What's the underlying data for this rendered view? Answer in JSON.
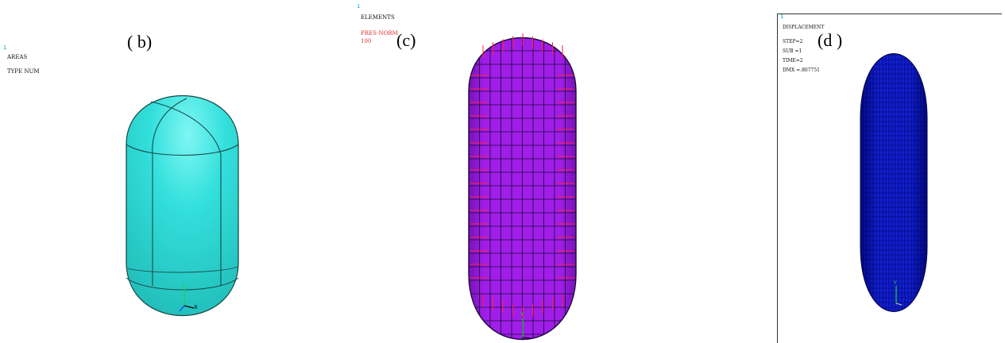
{
  "panel_b": {
    "corner_mark": "1",
    "title": "AREAS",
    "subtitle": "TYPE NUM",
    "fig_label": "( b)",
    "axes": {
      "y": "Y",
      "x": "X"
    },
    "colors": {
      "body": "#33e0dc",
      "edge": "#1a4a4a"
    }
  },
  "panel_c": {
    "corner_mark": "1",
    "title": "ELEMENTS",
    "load_label": "PRES-NORM",
    "load_value": "100",
    "fig_label": "(c)",
    "axes": {
      "y": "Y"
    },
    "colors": {
      "body": "#a01ee8",
      "mesh": "#1a0a3a",
      "arrows": "#ff2040"
    }
  },
  "panel_d": {
    "corner_mark": "1",
    "title": "DISPLACEMENT",
    "step": "STEP=2",
    "sub": "SUB =1",
    "time": "TIME=2",
    "dmx": "DMX =.807751",
    "fig_label": "(d )",
    "axes": {
      "y": "Y"
    },
    "colors": {
      "body": "#1220d0",
      "mesh": "#000060"
    }
  }
}
